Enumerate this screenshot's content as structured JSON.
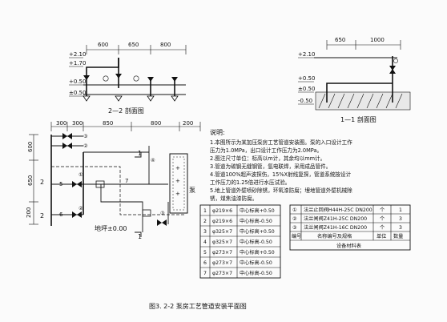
{
  "section22": {
    "dims": [
      "600",
      "650",
      "800"
    ],
    "elev": [
      "+2.10",
      "+1.70",
      "+0.50",
      "±0.50"
    ],
    "title": "2—2  剖面图"
  },
  "section11": {
    "dims": [
      "650",
      "1000"
    ],
    "elev": [
      "+2.10",
      "+0.50",
      "±0.50",
      "-0.50"
    ],
    "title": "1—1  剖面图"
  },
  "plan": {
    "top_dims": [
      "300",
      "300",
      "850",
      "800",
      "200"
    ],
    "left_dims": [
      "600",
      "650",
      "200"
    ],
    "labels": {
      "floor": "地坪±0.00",
      "pump": "泵",
      "one_top": "1",
      "one_bottom": "1",
      "two_left_top": "2",
      "two_left_bottom": "2",
      "marker_5": "5",
      "marker_6": "6",
      "marker_7": "7",
      "callout_1": "①",
      "callout_2": "②",
      "callout_3": "③",
      "callout_2b": "②",
      "callout_3b": "③",
      "callout_4": "④"
    }
  },
  "notes": {
    "heading": "说明:",
    "lines": [
      "1.本图所示为某加压泵房工艺管道安装图。泵的入口设计工作",
      "   压力为1.0MPa，出口设计工作压力为2.0MPa。",
      "2.图注尺寸单位：标高以m计，其余均以mm计。",
      "3.管道为碳钢无缝钢管，氩电联焊，采用成品管件。",
      "4.管道100%超声波探伤，15%X射线复探，管道系统按设计",
      "   工作压力的1.25倍进行水压试验。",
      "5.地上管道外壁喷砂除锈，环氧漆防腐；埋地管道外壁机械除",
      "   锈，煤焦油漆防腐。"
    ]
  },
  "pipe_table": {
    "rows": [
      {
        "no": "1",
        "spec": "φ219×6",
        "elev": "中心标高+0.50"
      },
      {
        "no": "2",
        "spec": "φ219×6",
        "elev": "中心标高-0.50"
      },
      {
        "no": "3",
        "spec": "φ325×7",
        "elev": "中心标高+0.50"
      },
      {
        "no": "4",
        "spec": "φ325×7",
        "elev": "中心标高-0.50"
      },
      {
        "no": "5",
        "spec": "φ273×7",
        "elev": "中心标高+0.50"
      },
      {
        "no": "6",
        "spec": "φ273×7",
        "elev": "中心标高-0.50"
      },
      {
        "no": "7",
        "spec": "φ273×7",
        "elev": "中心标高-0.50"
      }
    ]
  },
  "material_table": {
    "rows": [
      {
        "no": "①",
        "name": "法兰止回阀H44H-25C  DN200",
        "unit": "个",
        "qty": "1"
      },
      {
        "no": "②",
        "name": "法兰闸阀Z41H-25C  DN200",
        "unit": "个",
        "qty": "3"
      },
      {
        "no": "③",
        "name": "法兰闸阀Z41H-16C  DN200",
        "unit": "个",
        "qty": "3"
      }
    ],
    "header": {
      "no": "编号",
      "name": "名称编号及规格",
      "unit": "单位",
      "qty": "数量"
    },
    "caption": "设备材料表"
  },
  "figure_caption": "图3. 2-2    泵房工艺管道安装平面图"
}
